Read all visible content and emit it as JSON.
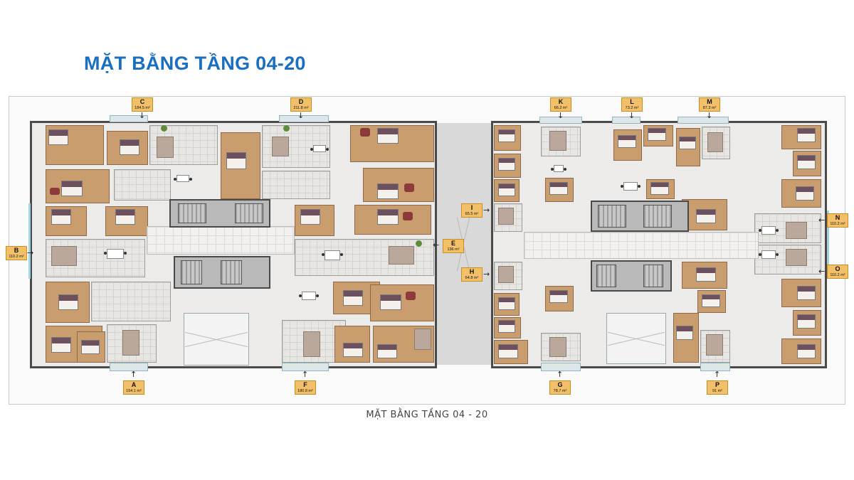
{
  "title": "MẶT BẰNG TẦNG 04-20",
  "caption": "MẶT BẰNG TẦNG 04 - 20",
  "colors": {
    "title": "#1a6fc0",
    "label_fill": "#f3c06a",
    "wood": "#c99d6e",
    "wall": "#4a4a4a"
  },
  "units": [
    {
      "code": "A",
      "area": "154.1 m²"
    },
    {
      "code": "B",
      "area": "110.2 m²"
    },
    {
      "code": "C",
      "area": "184.5 m²"
    },
    {
      "code": "D",
      "area": "211.8 m²"
    },
    {
      "code": "E",
      "area": "136 m²"
    },
    {
      "code": "F",
      "area": "180.8 m²"
    },
    {
      "code": "G",
      "area": "78.7 m²"
    },
    {
      "code": "H",
      "area": "64.8 m²"
    },
    {
      "code": "I",
      "area": "65.5 m²"
    },
    {
      "code": "K",
      "area": "66.2 m²"
    },
    {
      "code": "L",
      "area": "73.2 m²"
    },
    {
      "code": "M",
      "area": "87.3 m²"
    },
    {
      "code": "N",
      "area": "110.2 m²"
    },
    {
      "code": "O",
      "area": "110.2 m²"
    },
    {
      "code": "P",
      "area": "91 m²"
    }
  ]
}
